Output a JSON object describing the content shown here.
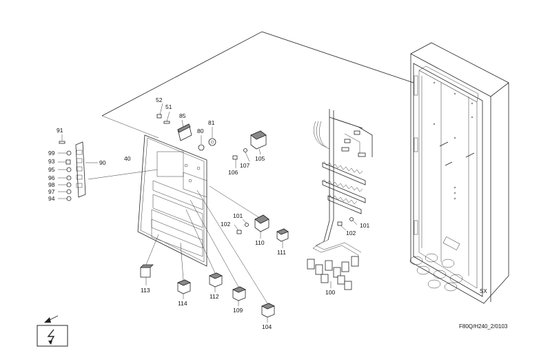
{
  "drawing_ref": "F80Q/H240_2/0103",
  "callouts": {
    "c91": "91",
    "c99": "99",
    "c93": "93",
    "c95": "95",
    "c96": "96",
    "c98": "98",
    "c97": "97",
    "c94": "94",
    "c90": "90",
    "c40": "40",
    "c52": "52",
    "c51": "51",
    "c85": "85",
    "c80": "80",
    "c81": "81",
    "c105": "105",
    "c107": "107",
    "c106": "106",
    "c101a": "101",
    "c102a": "102",
    "c110": "110",
    "c111": "111",
    "c113": "113",
    "c114": "114",
    "c112": "112",
    "c109": "109",
    "c104": "104",
    "c100": "100",
    "c101b": "101",
    "c102b": "102"
  },
  "symbols": {
    "warning": "high-voltage-warning-icon",
    "direction": "arrow-icon"
  }
}
